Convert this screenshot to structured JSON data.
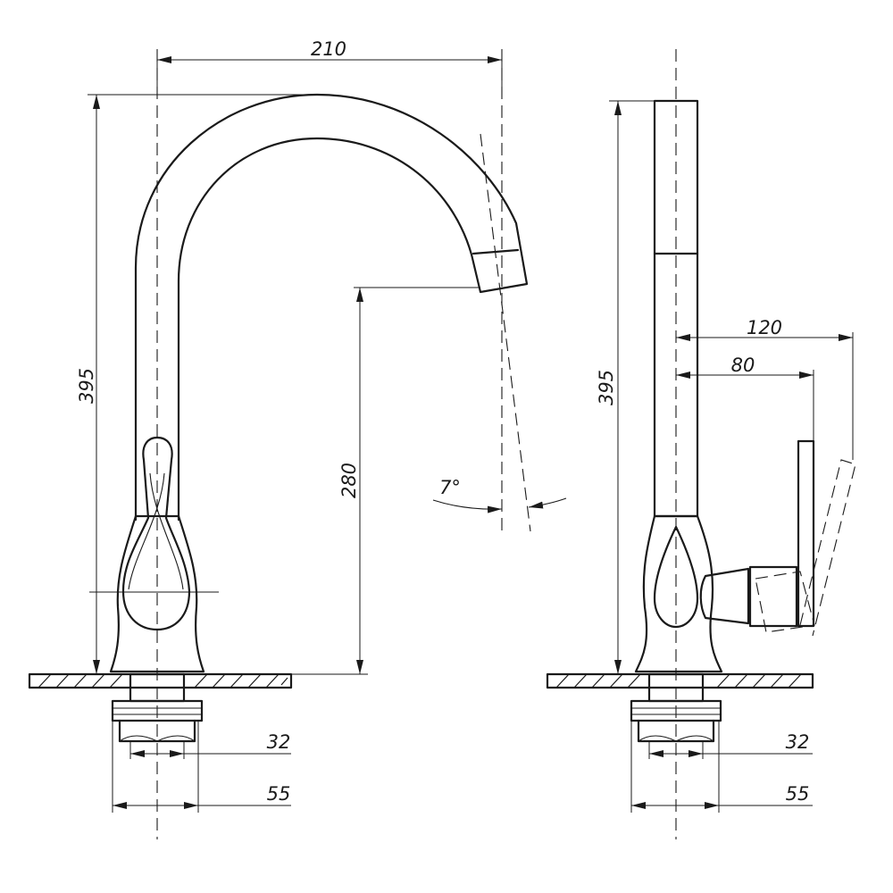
{
  "front_view": {
    "width": "210",
    "height": "395",
    "spout_height": "280",
    "angle": "7°",
    "thread_diameter": "32",
    "base_diameter": "55"
  },
  "side_view": {
    "height": "395",
    "lever_reach_max": "120",
    "lever_reach": "80",
    "thread_diameter": "32",
    "base_diameter": "55"
  }
}
